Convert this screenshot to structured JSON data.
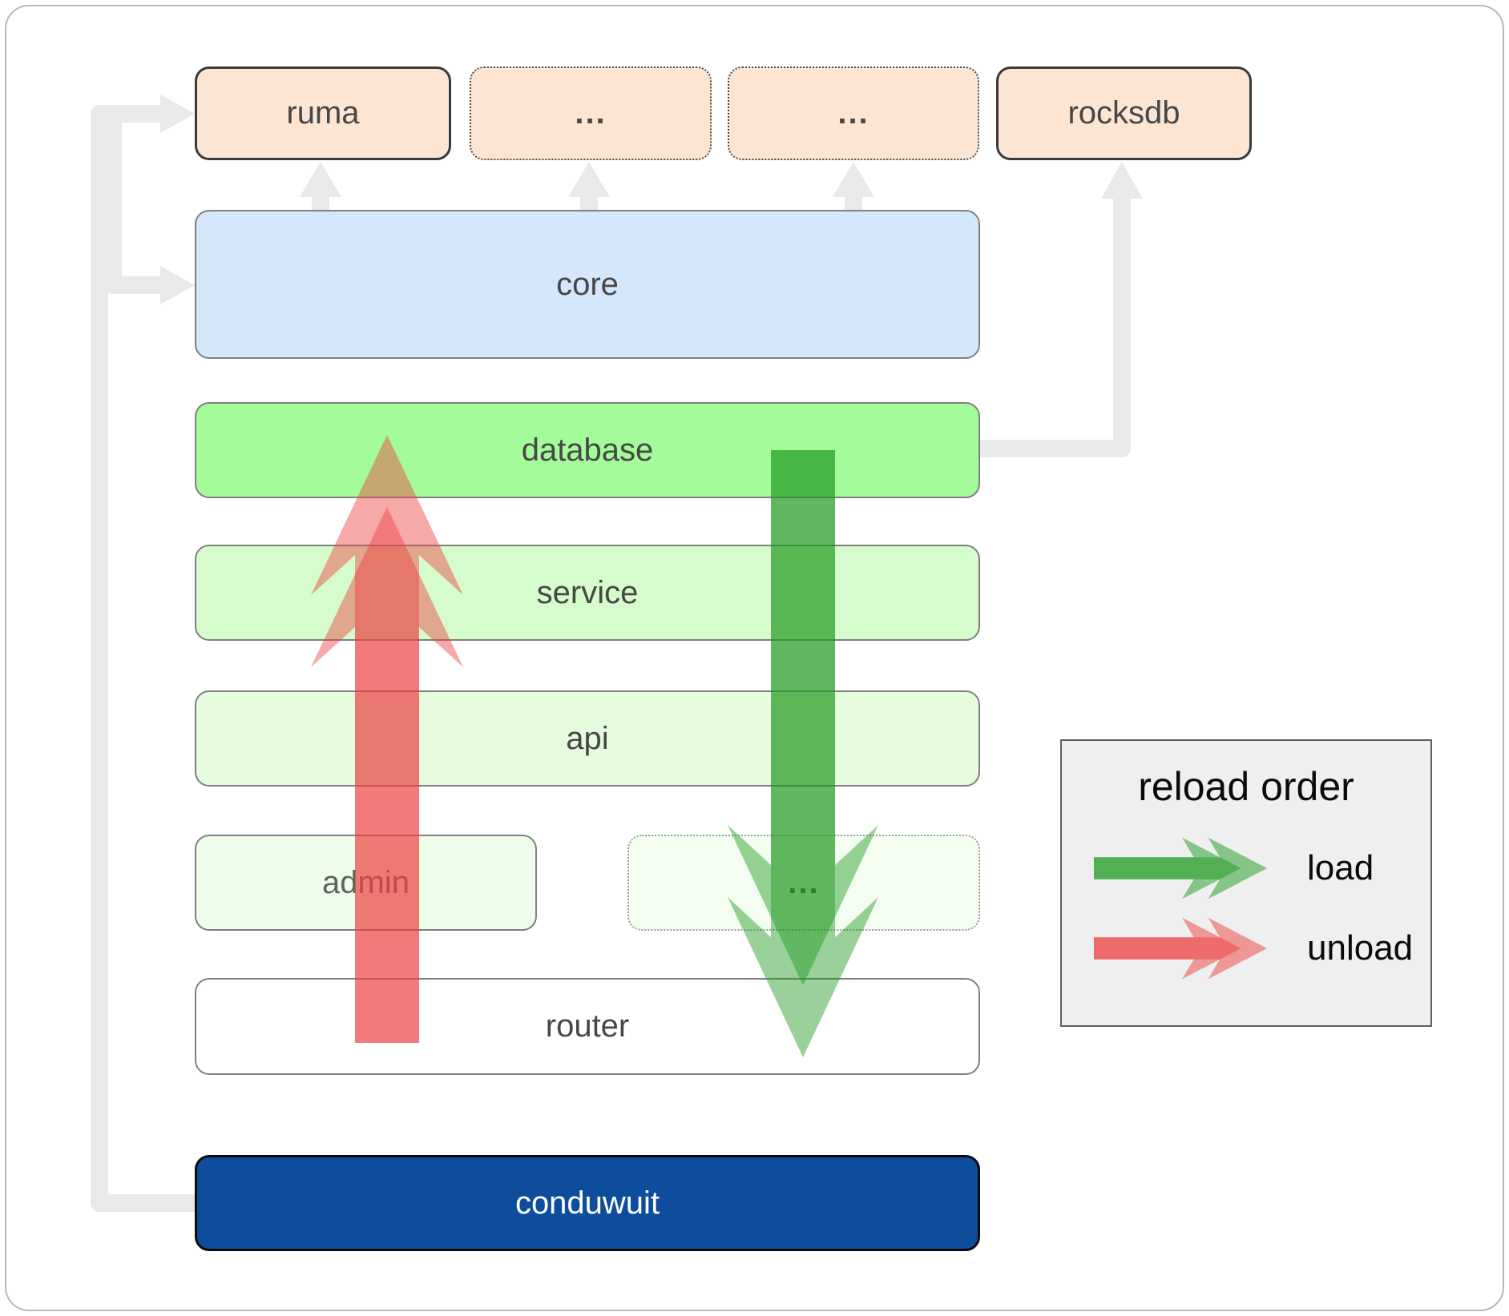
{
  "colors": {
    "peach": "#fce5d3",
    "blue": "#d5e7fa",
    "green_db": "#a4fb99",
    "green_service": "#d6fccd",
    "green_api": "#e6fcde",
    "green_admin": "#eefde9",
    "green_misc": "#f3fef0",
    "white_box": "#ffffff",
    "navy": "#0d4d9c",
    "load_green": "#209a20",
    "unload_red": "#ee4040",
    "connector": "#e9e9e9",
    "legend_bg": "#efefef",
    "border_dark": "#3a3a3a",
    "border_gray": "#7f7f7f",
    "label": "#474747"
  },
  "nodes": {
    "ruma": {
      "label": "ruma"
    },
    "ellipsis_top_a": {
      "label": "..."
    },
    "ellipsis_top_b": {
      "label": "..."
    },
    "rocksdb": {
      "label": "rocksdb"
    },
    "core": {
      "label": "core"
    },
    "database": {
      "label": "database"
    },
    "service": {
      "label": "service"
    },
    "api": {
      "label": "api"
    },
    "admin": {
      "label": "admin"
    },
    "ellipsis_admin_row": {
      "label": "..."
    },
    "router": {
      "label": "router"
    },
    "conduwuit": {
      "label": "conduwuit"
    }
  },
  "legend": {
    "title": "reload order",
    "items": [
      {
        "label": "load",
        "color": "#209a20"
      },
      {
        "label": "unload",
        "color": "#ee4040"
      }
    ]
  }
}
